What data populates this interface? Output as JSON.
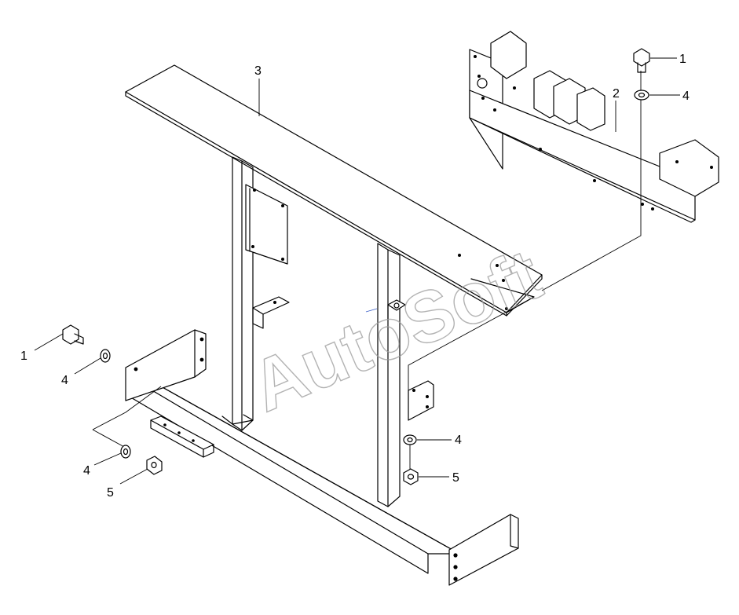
{
  "watermark": "AutoSoft",
  "callouts": {
    "c1_top": "1",
    "c4_top": "4",
    "c2": "2",
    "c3": "3",
    "c1_left": "1",
    "c4_left_upper": "4",
    "c4_left_lower": "4",
    "c5_left": "5",
    "c4_right": "4",
    "c5_right": "5"
  },
  "colors": {
    "line": "#000000",
    "watermark": "#9a9a9a",
    "background": "#ffffff"
  }
}
